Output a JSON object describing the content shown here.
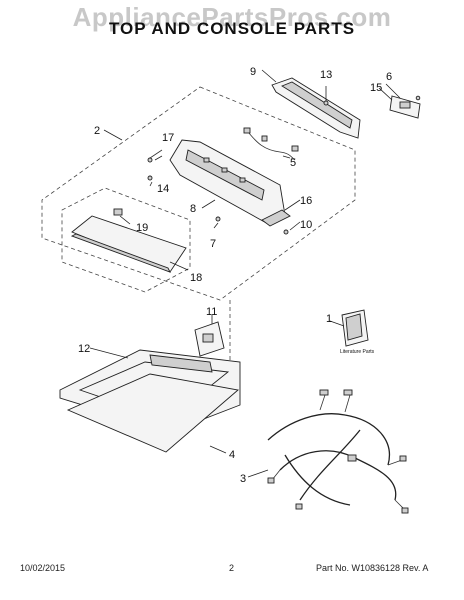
{
  "watermark": "AppliancePartsPros.com",
  "title": "TOP AND CONSOLE PARTS",
  "callouts": {
    "c1": "1",
    "c2": "2",
    "c3": "3",
    "c4": "4",
    "c5": "5",
    "c6": "6",
    "c7": "7",
    "c8": "8",
    "c9": "9",
    "c10": "10",
    "c11": "11",
    "c12": "12",
    "c13": "13",
    "c14": "14",
    "c15": "15",
    "c16": "16",
    "c17": "17",
    "c18": "18",
    "c19": "19"
  },
  "literature_label": "Literature Parts",
  "footer": {
    "date": "10/02/2015",
    "page": "2",
    "part_no": "Part No.  W10836128  Rev. A"
  }
}
